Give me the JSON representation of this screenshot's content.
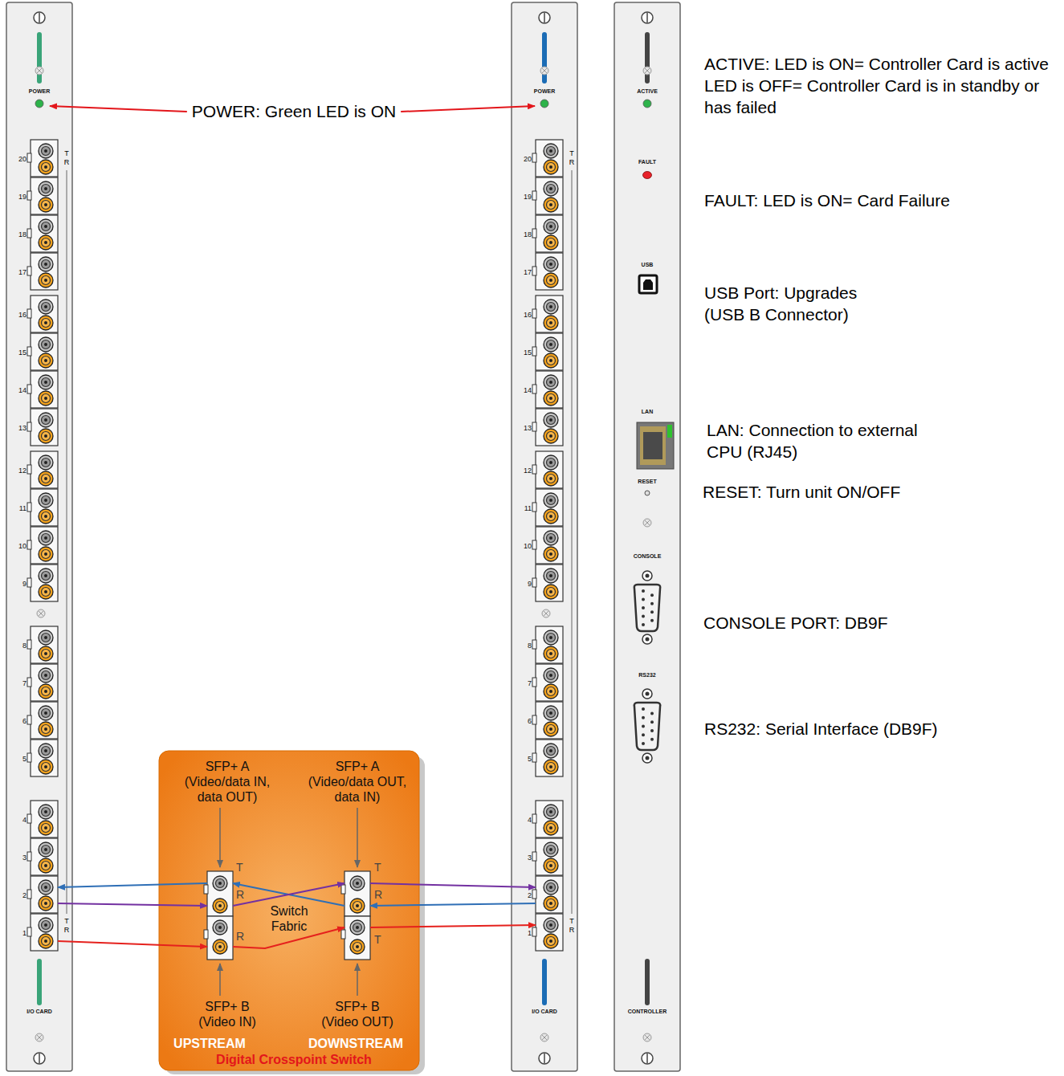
{
  "diagram": {
    "nodes": [
      {
        "text": [
          "POWER",
          "I/O CARD"
        ]
      },
      {
        "text": [
          "20"
        ],
        "in": 0
      },
      {
        "text": [
          "19"
        ],
        "in": 0
      },
      {
        "text": [
          "18"
        ],
        "in": 0
      },
      {
        "text": [
          "17"
        ],
        "in": 0
      },
      {
        "text": [
          "16"
        ],
        "in": 0
      },
      {
        "text": [
          "15"
        ],
        "in": 0
      },
      {
        "text": [
          "14"
        ],
        "in": 0
      },
      {
        "text": [
          "13"
        ],
        "in": 0
      },
      {
        "text": [
          "12"
        ],
        "in": 0
      },
      {
        "text": [
          "11"
        ],
        "in": 0
      },
      {
        "text": [
          "10"
        ],
        "in": 0
      },
      {
        "text": [
          "9"
        ],
        "in": 0
      },
      {
        "text": [
          "8"
        ],
        "in": 0
      },
      {
        "text": [
          "7"
        ],
        "in": 0
      },
      {
        "text": [
          "6"
        ],
        "in": 0
      },
      {
        "text": [
          "5"
        ],
        "in": 0
      },
      {
        "text": [
          "4"
        ],
        "in": 0
      },
      {
        "text": [
          "3"
        ],
        "in": 0
      },
      {
        "text": [
          "2"
        ],
        "in": 0
      },
      {
        "text": [
          "1"
        ],
        "in": 0
      },
      {
        "text": [
          "POWER",
          "I/O CARD"
        ]
      },
      {
        "text": [
          "20"
        ],
        "in": 21
      },
      {
        "text": [
          "19"
        ],
        "in": 21
      },
      {
        "text": [
          "18"
        ],
        "in": 21
      },
      {
        "text": [
          "17"
        ],
        "in": 21
      },
      {
        "text": [
          "16"
        ],
        "in": 21
      },
      {
        "text": [
          "15"
        ],
        "in": 21
      },
      {
        "text": [
          "14"
        ],
        "in": 21
      },
      {
        "text": [
          "13"
        ],
        "in": 21
      },
      {
        "text": [
          "12"
        ],
        "in": 21
      },
      {
        "text": [
          "11"
        ],
        "in": 21
      },
      {
        "text": [
          "10"
        ],
        "in": 21
      },
      {
        "text": [
          "9"
        ],
        "in": 21
      },
      {
        "text": [
          "8"
        ],
        "in": 21
      },
      {
        "text": [
          "7"
        ],
        "in": 21
      },
      {
        "text": [
          "6"
        ],
        "in": 21
      },
      {
        "text": [
          "5"
        ],
        "in": 21
      },
      {
        "text": [
          "4"
        ],
        "in": 21
      },
      {
        "text": [
          "3"
        ],
        "in": 21
      },
      {
        "text": [
          "2"
        ],
        "in": 21
      },
      {
        "text": [
          "1"
        ],
        "in": 21
      },
      {
        "text": [
          "ACTIVE",
          "FAULT",
          "USB",
          "LAN",
          "RESET",
          "CONSOLE",
          "RS232",
          "CONTROLLER"
        ]
      },
      {
        "text": [
          "SFP+ A (Video/data IN, data OUT)",
          "SFP+ A (Video/data OUT, data IN)",
          "Switch Fabric",
          "SFP+ B (Video IN)",
          "SFP+ B (Video OUT)",
          "UPSTREAM",
          "DOWNSTREAM",
          "Digital Crosspoint Switch"
        ]
      },
      {
        "text": [
          "T",
          "R"
        ],
        "in": 43
      },
      {
        "text": [
          "R"
        ],
        "in": 43
      },
      {
        "text": [
          "T",
          "R"
        ],
        "in": 43
      },
      {
        "text": [
          "T"
        ],
        "in": 43
      }
    ],
    "edges": [
      {
        "from": 44,
        "to": 19,
        "arrow": "to"
      },
      {
        "from": 19,
        "to": 44,
        "arrow": "to"
      },
      {
        "from": 20,
        "to": 45,
        "arrow": "to"
      },
      {
        "from": 46,
        "to": 44,
        "arrow": "to"
      },
      {
        "from": 44,
        "to": 46,
        "arrow": "to"
      },
      {
        "from": 45,
        "to": 47,
        "arrow": "to"
      },
      {
        "from": 46,
        "to": 40,
        "arrow": "to"
      },
      {
        "from": 40,
        "to": 46,
        "arrow": "to"
      },
      {
        "from": 47,
        "to": 41,
        "arrow": "to"
      }
    ],
    "labels": [
      "POWER: Green LED is ON",
      "ACTIVE: LED is ON= Controller Card is active LED is OFF= Controller Card is in standby or has failed",
      "FAULT: LED is ON= Card Failure",
      "USB Port: Upgrades (USB B Connector)",
      "LAN: Connection to external CPU (RJ45)",
      "RESET: Turn unit ON/OFF",
      "CONSOLE PORT: DB9F",
      "RS232: Serial Interface (DB9F)",
      "T",
      "R",
      "T",
      "R",
      "T",
      "R",
      "T",
      "R"
    ]
  }
}
